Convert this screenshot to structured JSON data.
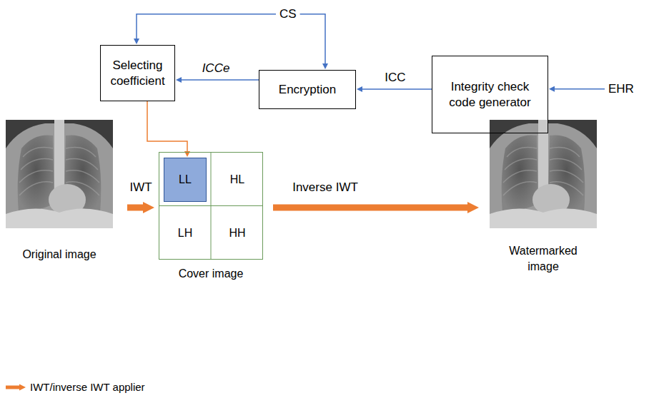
{
  "diagram": {
    "nodes": [
      {
        "text": [
          "CS"
        ]
      },
      {
        "text": [
          "Selecting coefficient"
        ]
      },
      {
        "text": [
          "Encryption"
        ]
      },
      {
        "text": [
          "Integrity check code generator"
        ]
      },
      {
        "text": [
          "EHR"
        ]
      },
      {
        "text": [
          "Original image"
        ]
      },
      {
        "text": [
          "Cover image"
        ]
      },
      {
        "text": [
          "LL"
        ],
        "in": 6
      },
      {
        "text": [
          "HL"
        ],
        "in": 6
      },
      {
        "text": [
          "LH"
        ],
        "in": 6
      },
      {
        "text": [
          "HH"
        ],
        "in": 6
      },
      {
        "text": [
          "Watermarked image"
        ]
      }
    ],
    "edges": [
      {
        "from": 0,
        "to": 1,
        "arrow": "to"
      },
      {
        "from": 0,
        "to": 2,
        "arrow": "to"
      },
      {
        "from": 4,
        "to": 3,
        "arrow": "to"
      },
      {
        "from": 3,
        "to": 2,
        "arrow": "to",
        "label": "ICC"
      },
      {
        "from": 2,
        "to": 1,
        "arrow": "to",
        "label": "ICCe"
      },
      {
        "from": 1,
        "to": 7,
        "arrow": "to"
      },
      {
        "from": 5,
        "to": 6,
        "arrow": "to",
        "label": "IWT"
      },
      {
        "from": 6,
        "to": 11,
        "arrow": "to",
        "label": "Inverse IWT"
      }
    ],
    "legend": [
      {
        "text": "IWT/inverse IWT applier"
      }
    ]
  }
}
